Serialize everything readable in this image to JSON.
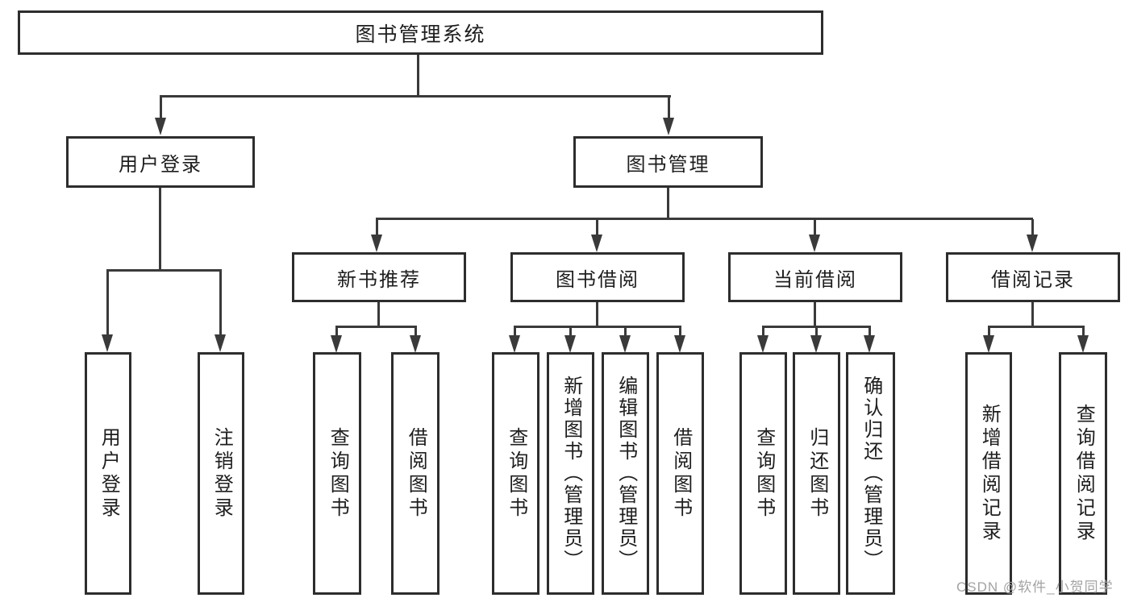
{
  "diagram": {
    "title": "图书管理系统",
    "colors": {
      "background": "#ffffff",
      "line": "#3a3a3a",
      "box_border": "#2d2d2d",
      "text": "#1e1e1e",
      "watermark_text": "#a3a3a3"
    },
    "root": {
      "label": "图书管理系统"
    },
    "level2": {
      "user_login": {
        "label": "用户登录"
      },
      "book_management": {
        "label": "图书管理"
      }
    },
    "level3": {
      "new_book_recommend": {
        "label": "新书推荐"
      },
      "book_borrow": {
        "label": "图书借阅"
      },
      "current_borrow": {
        "label": "当前借阅"
      },
      "borrow_records": {
        "label": "借阅记录"
      }
    },
    "leaves": {
      "user_login": [
        "用户登录",
        "注销登录"
      ],
      "new_book_recommend": [
        "查询图书",
        "借阅图书"
      ],
      "book_borrow": [
        "查询图书",
        "新增图书（管理员）",
        "编辑图书（管理员）",
        "借阅图书"
      ],
      "current_borrow": [
        "查询图书",
        "归还图书",
        "确认归还（管理员）"
      ],
      "borrow_records": [
        "新增借阅记录",
        "查询借阅记录"
      ]
    },
    "watermark": "CSDN @软件_小贺同学"
  }
}
